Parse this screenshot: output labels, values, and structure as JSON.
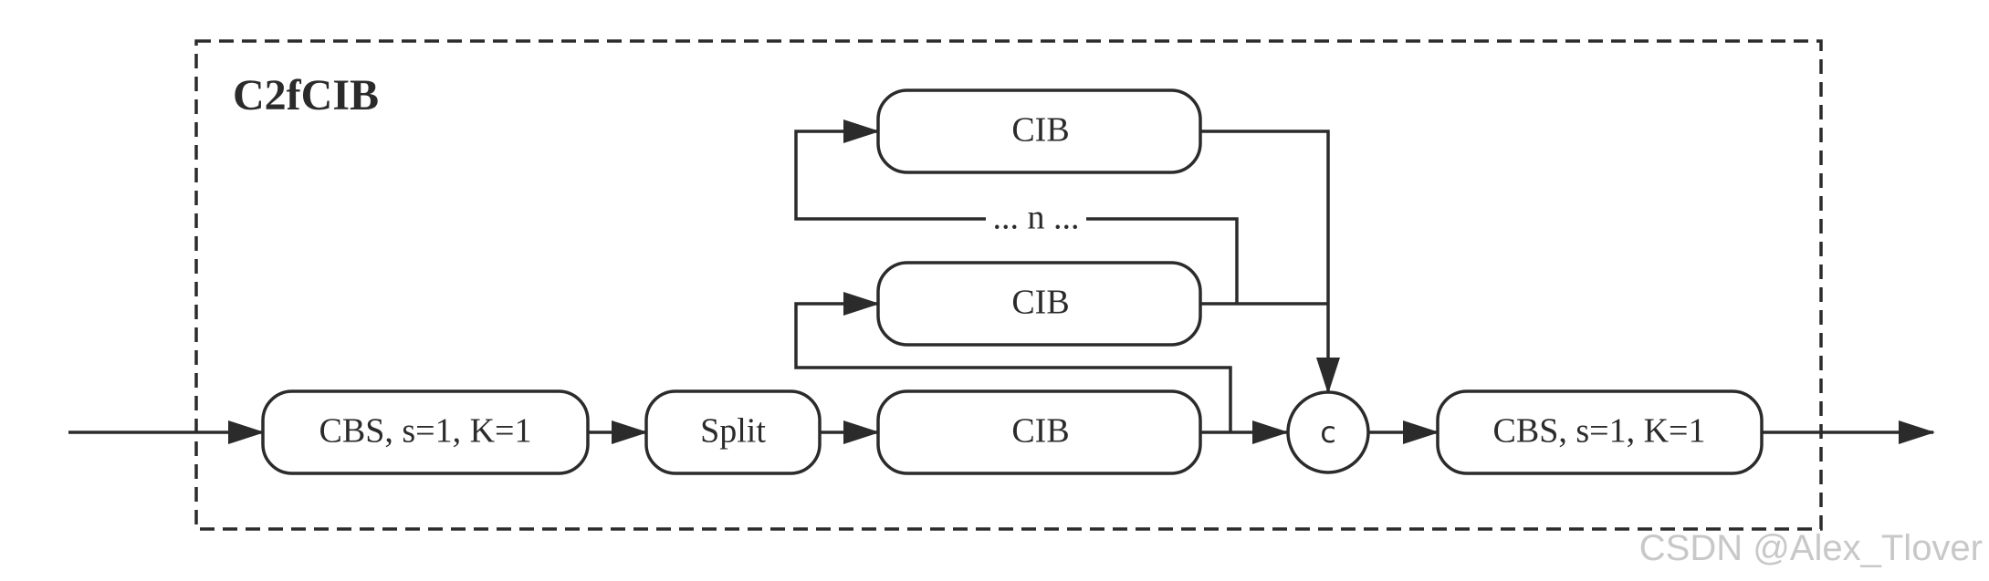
{
  "module": {
    "title": "C2fCIB"
  },
  "nodes": {
    "cbs_in": "CBS, s=1, K=1",
    "split": "Split",
    "cib_bottom": "CIB",
    "cib_middle": "CIB",
    "cib_top": "CIB",
    "concat": "c",
    "cbs_out": "CBS, s=1, K=1"
  },
  "repeat_label": "... n ...",
  "watermark": "CSDN @Alex_Tlover"
}
